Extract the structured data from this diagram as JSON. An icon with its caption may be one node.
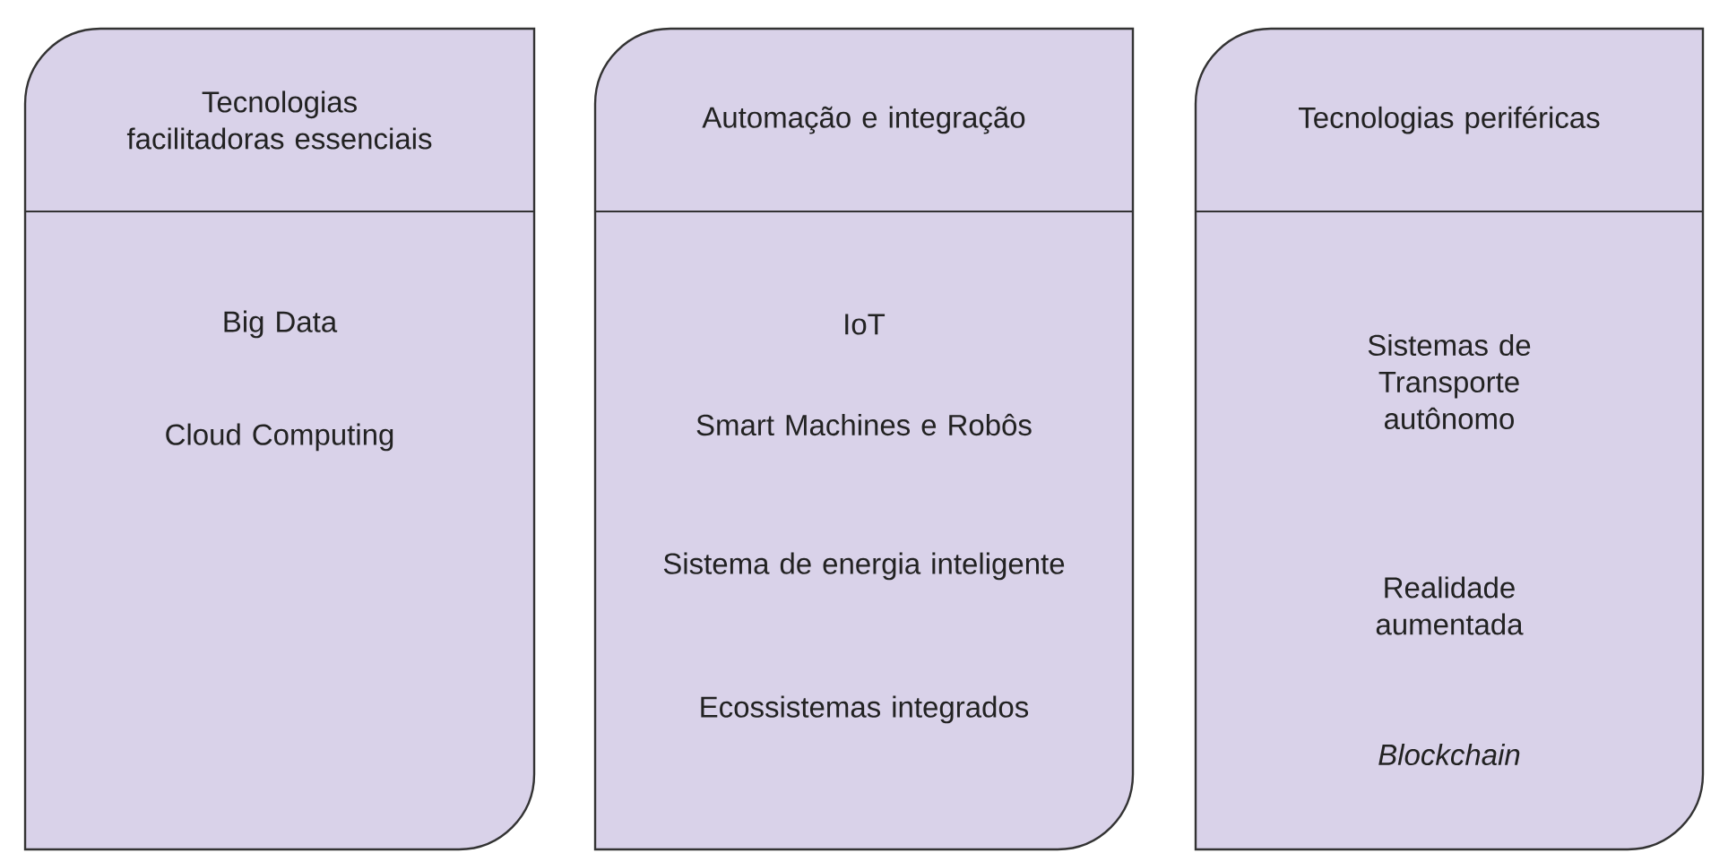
{
  "diagram": {
    "nodes": [
      {
        "text": [
          "Tecnologias facilitadoras essenciais",
          "Big Data",
          "Cloud Computing"
        ]
      },
      {
        "text": [
          "Automação e integração",
          "IoT",
          "Smart Machines e Robôs",
          "Sistema de energia inteligente",
          "Ecossistemas integrados"
        ]
      },
      {
        "text": [
          "Tecnologias periféricas",
          "Sistemas de Transporte autônomo",
          "Realidade aumentada",
          "*Blockchain*"
        ]
      }
    ]
  }
}
